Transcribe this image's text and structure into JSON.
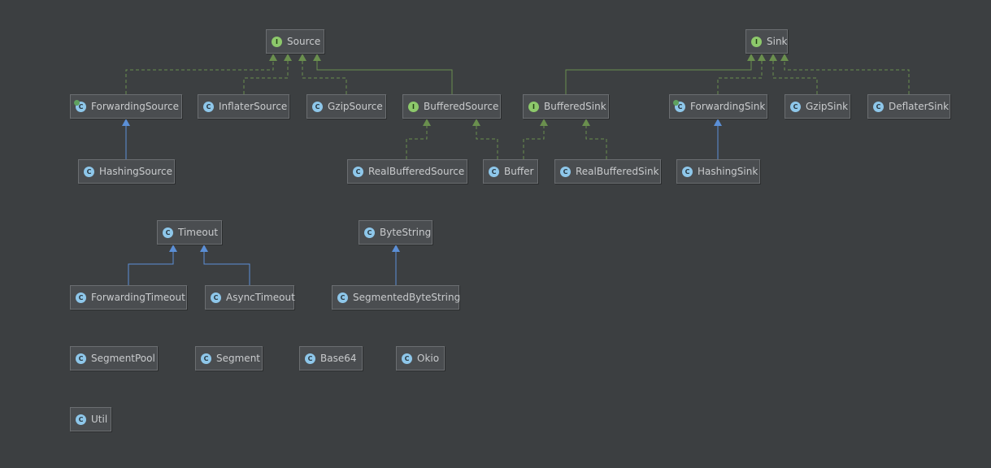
{
  "diagram": {
    "nodes": [
      {
        "id": "Source",
        "label": "Source",
        "kind": "interface"
      },
      {
        "id": "Sink",
        "label": "Sink",
        "kind": "interface"
      },
      {
        "id": "ForwardingSource",
        "label": "ForwardingSource",
        "kind": "abstract"
      },
      {
        "id": "InflaterSource",
        "label": "InflaterSource",
        "kind": "class"
      },
      {
        "id": "GzipSource",
        "label": "GzipSource",
        "kind": "class"
      },
      {
        "id": "BufferedSource",
        "label": "BufferedSource",
        "kind": "interface"
      },
      {
        "id": "BufferedSink",
        "label": "BufferedSink",
        "kind": "interface"
      },
      {
        "id": "ForwardingSink",
        "label": "ForwardingSink",
        "kind": "abstract"
      },
      {
        "id": "GzipSink",
        "label": "GzipSink",
        "kind": "class"
      },
      {
        "id": "DeflaterSink",
        "label": "DeflaterSink",
        "kind": "class"
      },
      {
        "id": "HashingSource",
        "label": "HashingSource",
        "kind": "class"
      },
      {
        "id": "RealBufferedSource",
        "label": "RealBufferedSource",
        "kind": "class"
      },
      {
        "id": "Buffer",
        "label": "Buffer",
        "kind": "class"
      },
      {
        "id": "RealBufferedSink",
        "label": "RealBufferedSink",
        "kind": "class"
      },
      {
        "id": "HashingSink",
        "label": "HashingSink",
        "kind": "class"
      },
      {
        "id": "Timeout",
        "label": "Timeout",
        "kind": "class"
      },
      {
        "id": "ByteString",
        "label": "ByteString",
        "kind": "class"
      },
      {
        "id": "ForwardingTimeout",
        "label": "ForwardingTimeout",
        "kind": "class"
      },
      {
        "id": "AsyncTimeout",
        "label": "AsyncTimeout",
        "kind": "class"
      },
      {
        "id": "SegmentedByteString",
        "label": "SegmentedByteString",
        "kind": "class"
      },
      {
        "id": "SegmentPool",
        "label": "SegmentPool",
        "kind": "class"
      },
      {
        "id": "Segment",
        "label": "Segment",
        "kind": "class"
      },
      {
        "id": "Base64",
        "label": "Base64",
        "kind": "class"
      },
      {
        "id": "Okio",
        "label": "Okio",
        "kind": "class"
      },
      {
        "id": "Util",
        "label": "Util",
        "kind": "class"
      }
    ],
    "edges": [
      {
        "from": "ForwardingSource",
        "to": "Source",
        "type": "implements"
      },
      {
        "from": "InflaterSource",
        "to": "Source",
        "type": "implements"
      },
      {
        "from": "GzipSource",
        "to": "Source",
        "type": "implements"
      },
      {
        "from": "BufferedSource",
        "to": "Source",
        "type": "extends-interface"
      },
      {
        "from": "BufferedSink",
        "to": "Sink",
        "type": "extends-interface"
      },
      {
        "from": "ForwardingSink",
        "to": "Sink",
        "type": "implements"
      },
      {
        "from": "GzipSink",
        "to": "Sink",
        "type": "implements"
      },
      {
        "from": "DeflaterSink",
        "to": "Sink",
        "type": "implements"
      },
      {
        "from": "HashingSource",
        "to": "ForwardingSource",
        "type": "extends"
      },
      {
        "from": "RealBufferedSource",
        "to": "BufferedSource",
        "type": "implements"
      },
      {
        "from": "Buffer",
        "to": "BufferedSource",
        "type": "implements"
      },
      {
        "from": "Buffer",
        "to": "BufferedSink",
        "type": "implements"
      },
      {
        "from": "RealBufferedSink",
        "to": "BufferedSink",
        "type": "implements"
      },
      {
        "from": "HashingSink",
        "to": "ForwardingSink",
        "type": "extends"
      },
      {
        "from": "ForwardingTimeout",
        "to": "Timeout",
        "type": "extends"
      },
      {
        "from": "AsyncTimeout",
        "to": "Timeout",
        "type": "extends"
      },
      {
        "from": "SegmentedByteString",
        "to": "ByteString",
        "type": "extends"
      }
    ],
    "icon_letters": {
      "interface": "I",
      "class": "C",
      "abstract": "C"
    },
    "colors": {
      "background": "#3c3f41",
      "implements": "#6a8f4e",
      "extends-interface": "#6a8f4e",
      "extends": "#5b8fd6"
    }
  }
}
